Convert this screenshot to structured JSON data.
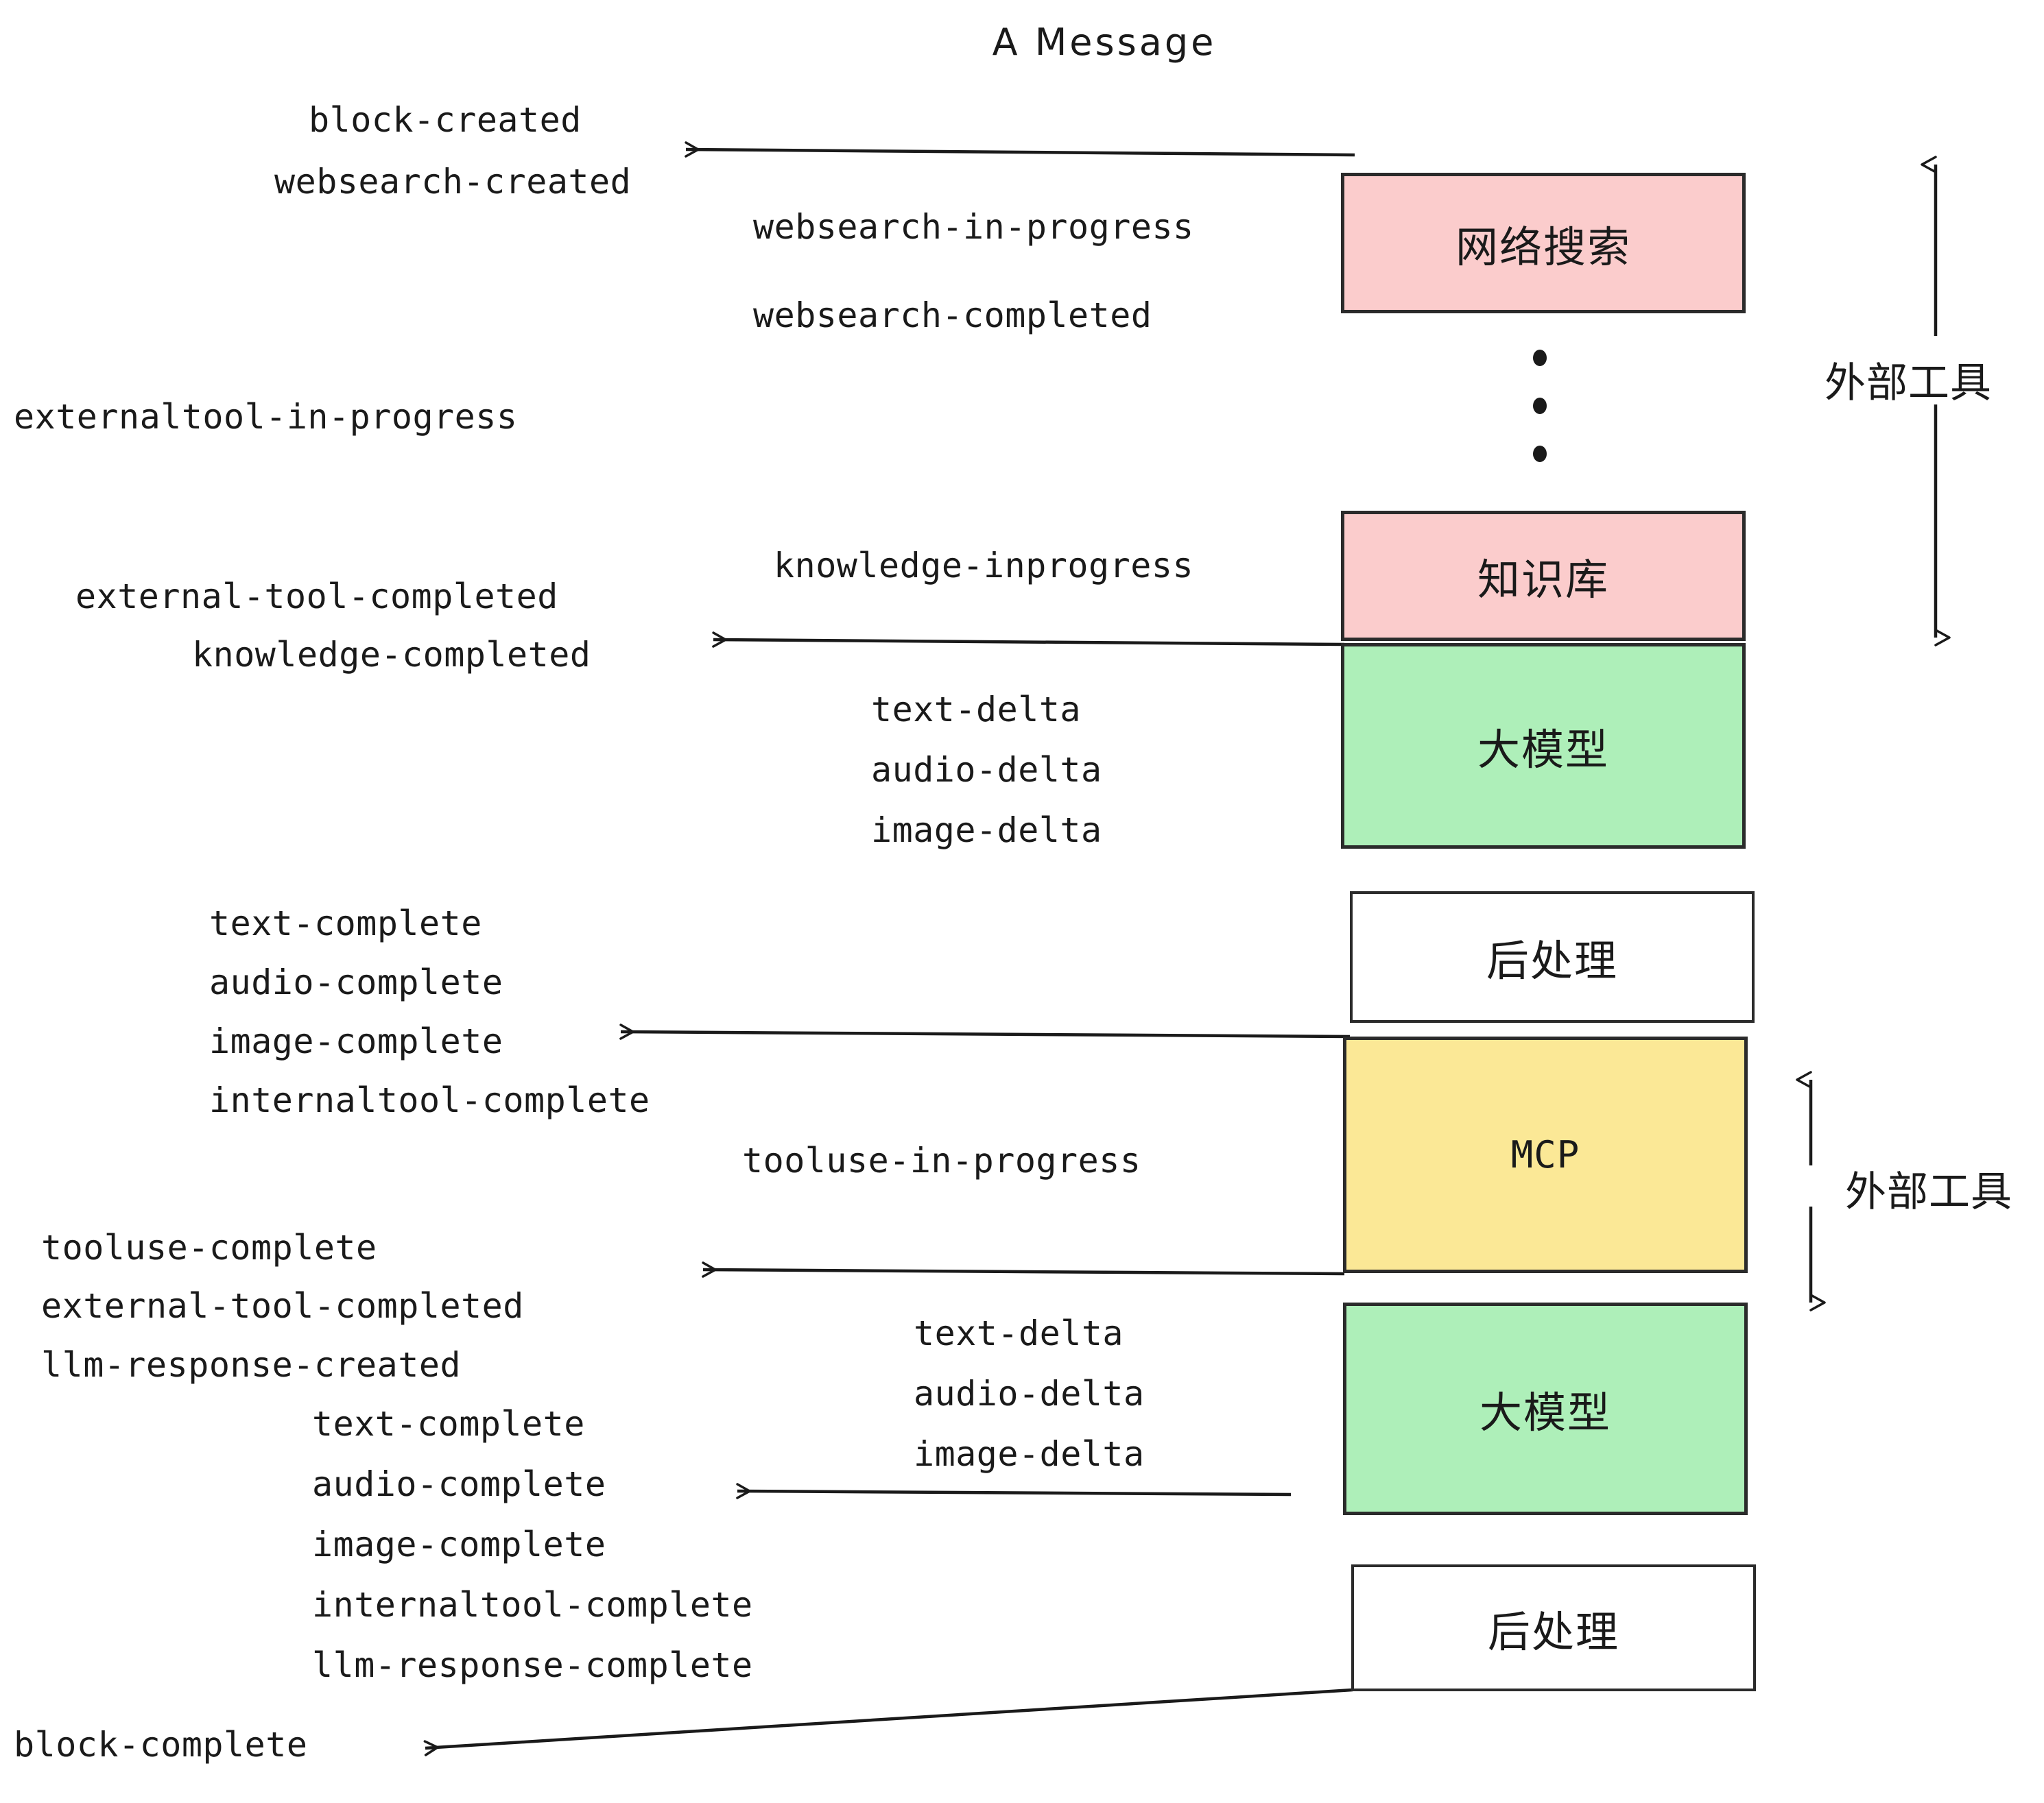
{
  "title": "A Message",
  "colors": {
    "pink": "#FBCCCC",
    "green": "#AEEFB9",
    "yellow": "#FBE896",
    "white": "#FFFFFF",
    "stroke": "#2b2b2b",
    "text": "#1a1a1a"
  },
  "boxes": [
    {
      "id": "websearch",
      "label": "网络搜索",
      "fill": "#FBCCCC"
    },
    {
      "id": "knowledge",
      "label": "知识库",
      "fill": "#FBCCCC"
    },
    {
      "id": "llm-1",
      "label": "大模型",
      "fill": "#AEEFB9"
    },
    {
      "id": "postprocess-1",
      "label": "后处理",
      "fill": "#FFFFFF"
    },
    {
      "id": "mcp",
      "label": "MCP",
      "fill": "#FBE896"
    },
    {
      "id": "llm-2",
      "label": "大模型",
      "fill": "#AEEFB9"
    },
    {
      "id": "postprocess-2",
      "label": "后处理",
      "fill": "#FFFFFF"
    }
  ],
  "side_labels": [
    {
      "id": "external-tools-top",
      "label": "外部工具"
    },
    {
      "id": "external-tools-bottom",
      "label": "外部工具"
    }
  ],
  "events": [
    {
      "id": "block-created",
      "text": "block-created"
    },
    {
      "id": "websearch-created",
      "text": "websearch-created"
    },
    {
      "id": "websearch-in-progress",
      "text": "websearch-in-progress"
    },
    {
      "id": "websearch-completed",
      "text": "websearch-completed"
    },
    {
      "id": "externaltool-in-progress",
      "text": "externaltool-in-progress"
    },
    {
      "id": "knowledge-inprogress",
      "text": "knowledge-inprogress"
    },
    {
      "id": "external-tool-completed-1",
      "text": "external-tool-completed"
    },
    {
      "id": "knowledge-completed",
      "text": "knowledge-completed"
    },
    {
      "id": "text-delta-1",
      "text": "text-delta"
    },
    {
      "id": "audio-delta-1",
      "text": "audio-delta"
    },
    {
      "id": "image-delta-1",
      "text": "image-delta"
    },
    {
      "id": "text-complete-1",
      "text": "text-complete"
    },
    {
      "id": "audio-complete-1",
      "text": "audio-complete"
    },
    {
      "id": "image-complete-1",
      "text": "image-complete"
    },
    {
      "id": "internaltool-complete-1",
      "text": "internaltool-complete"
    },
    {
      "id": "tooluse-in-progress",
      "text": "tooluse-in-progress"
    },
    {
      "id": "tooluse-complete",
      "text": "tooluse-complete"
    },
    {
      "id": "external-tool-completed-2",
      "text": "external-tool-completed"
    },
    {
      "id": "llm-response-created",
      "text": "llm-response-created"
    },
    {
      "id": "text-delta-2",
      "text": "text-delta"
    },
    {
      "id": "audio-delta-2",
      "text": "audio-delta"
    },
    {
      "id": "image-delta-2",
      "text": "image-delta"
    },
    {
      "id": "text-complete-2",
      "text": "text-complete"
    },
    {
      "id": "audio-complete-2",
      "text": "audio-complete"
    },
    {
      "id": "image-complete-2",
      "text": "image-complete"
    },
    {
      "id": "internaltool-complete-2",
      "text": "internaltool-complete"
    },
    {
      "id": "llm-response-complete",
      "text": "llm-response-complete"
    },
    {
      "id": "block-complete",
      "text": "block-complete"
    }
  ]
}
